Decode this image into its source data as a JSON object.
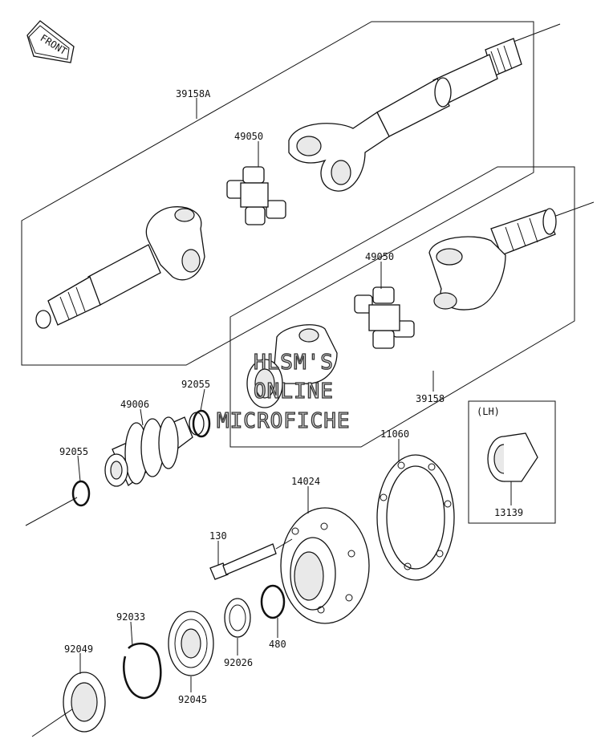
{
  "orientation": {
    "front_label": "FRONT"
  },
  "watermark": {
    "line1": "HLSM'S",
    "line2": "ONLINE",
    "line3": "MICROFICHE"
  },
  "labels": {
    "p39158A": "39158A",
    "p49050_upper": "49050",
    "p49050_lower": "49050",
    "p39158": "39158",
    "p92055_upper": "92055",
    "p49006": "49006",
    "p92055_lower": "92055",
    "p11060": "11060",
    "p14024": "14024",
    "p130": "130",
    "p92033": "92033",
    "p480": "480",
    "p92026": "92026",
    "p92049": "92049",
    "p92045": "92045",
    "lh_caption": "(LH)",
    "p13139": "13139"
  }
}
